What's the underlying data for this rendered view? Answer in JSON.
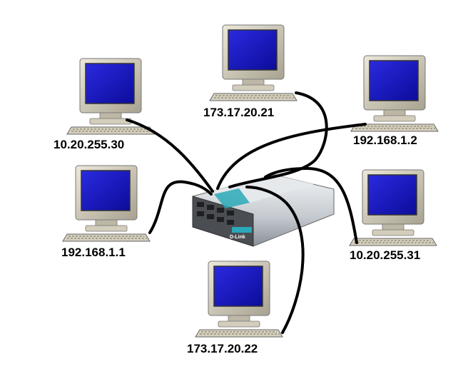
{
  "switch": {
    "brand": "D-Link"
  },
  "computers": [
    {
      "ip": "10.20.255.30"
    },
    {
      "ip": "173.17.20.21"
    },
    {
      "ip": "192.168.1.2"
    },
    {
      "ip": "192.168.1.1"
    },
    {
      "ip": "10.20.255.31"
    },
    {
      "ip": "173.17.20.22"
    }
  ],
  "colors": {
    "screen": "#1a1acc",
    "bezel": "#d8d2c0",
    "cable": "#000000",
    "accent": "#2aa9b8"
  }
}
